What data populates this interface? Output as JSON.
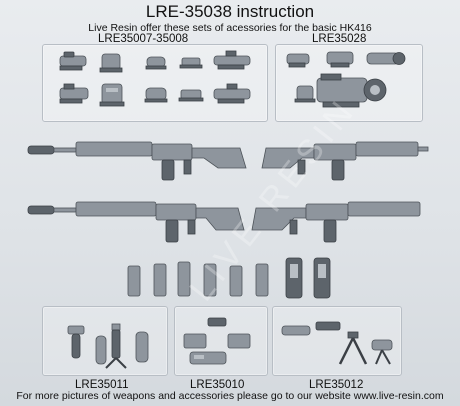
{
  "header": {
    "title": "LRE-35038 instruction",
    "subtitle": "Live Resin offer these sets of acessories for the basic HK416"
  },
  "sets": {
    "optics_label": "LRE35007-35008",
    "night_label": "LRE35028",
    "grips_label": "LRE35011",
    "lasers_label": "LRE35010",
    "bipods_label": "LRE35012"
  },
  "watermark": "LIVE RESIN",
  "footer": "For more pictures of weapons and accessories please go to our website www.live-resin.com"
}
